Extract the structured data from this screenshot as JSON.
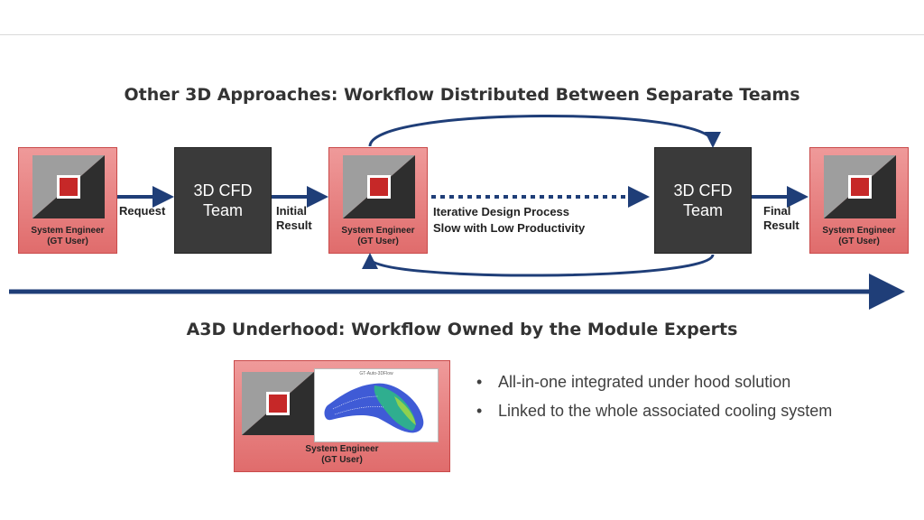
{
  "diagram": {
    "title_top": "Other 3D Approaches:  Workflow Distributed Between Separate Teams",
    "title_bottom": "A3D Underhood:  Workflow Owned by the Module Experts",
    "engineer": {
      "name": "System Engineer",
      "role": "(GT User)"
    },
    "cfd_team": {
      "line1": "3D CFD",
      "line2": "Team"
    },
    "labels": {
      "request": "Request",
      "initial_line1": "Initial",
      "initial_line2": "Result",
      "final_line1": "Final",
      "final_line2": "Result",
      "iter_line1": "Iterative Design Process",
      "iter_line2": "Slow with Low Productivity"
    },
    "screenshot_caption": "GT-Auto-3DFlow",
    "bullets": [
      "All-in-one integrated under hood solution",
      "Linked to the whole associated cooling system"
    ],
    "bullet_symbol": "•",
    "colors": {
      "engineer_fill": "#e88080",
      "cfd_fill": "#3a3a3a",
      "arrow": "#1f3e78",
      "square_red": "#c62828"
    }
  }
}
